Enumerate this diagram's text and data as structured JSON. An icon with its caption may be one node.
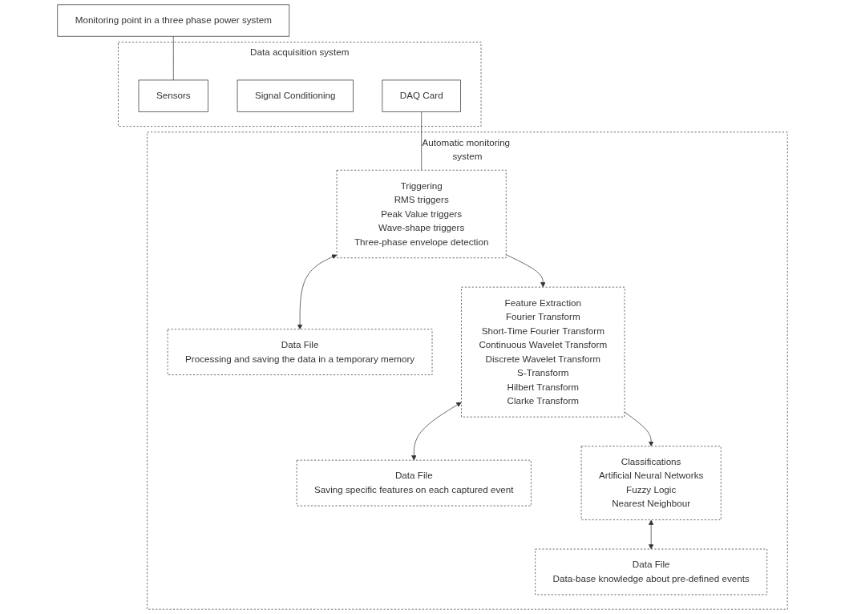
{
  "diagram": {
    "nodes": [
      {
        "text": [
          "Data acquisition system"
        ]
      },
      {
        "text": [
          "Sensors"
        ],
        "in": 0
      },
      {
        "text": [
          "Signal Conditioning"
        ],
        "in": 0
      },
      {
        "text": [
          "DAQ Card"
        ],
        "in": 0
      },
      {
        "text": [
          "Automatic monitoring system"
        ]
      },
      {
        "text": [
          "Triggering",
          "RMS triggers",
          "Peak Value triggers",
          "Wave-shape triggers",
          "Three-phase envelope detection"
        ],
        "in": 4
      },
      {
        "text": [
          "Data File",
          "Processing and saving the data in a temporary memory"
        ],
        "in": 4
      },
      {
        "text": [
          "Feature Extraction",
          "Fourier Transform",
          "Short-Time Fourier Transform",
          "Continuous Wavelet Transform",
          "Discrete Wavelet Transform",
          "S-Transform",
          "Hilbert Transform",
          "Clarke Transform"
        ],
        "in": 4
      },
      {
        "text": [
          "Data File",
          "Saving specific features on each captured event"
        ],
        "in": 4
      },
      {
        "text": [
          "Classifications",
          "Artificial Neural Networks",
          "Fuzzy Logic",
          "Nearest Neighbour"
        ],
        "in": 4
      },
      {
        "text": [
          "Data File",
          "Data-base knowledge about pre-defined events"
        ],
        "in": 4
      },
      {
        "text": [
          "Monitoring point in a three phase power system"
        ]
      }
    ],
    "edges": [
      {
        "from": 11,
        "to": 1,
        "arrow": "none"
      },
      {
        "from": 3,
        "to": 5,
        "arrow": "none"
      },
      {
        "from": 5,
        "to": 6,
        "arrow": "both"
      },
      {
        "from": 5,
        "to": 7,
        "arrow": "to"
      },
      {
        "from": 7,
        "to": 8,
        "arrow": "both"
      },
      {
        "from": 7,
        "to": 9,
        "arrow": "to"
      },
      {
        "from": 9,
        "to": 10,
        "arrow": "both"
      }
    ]
  }
}
